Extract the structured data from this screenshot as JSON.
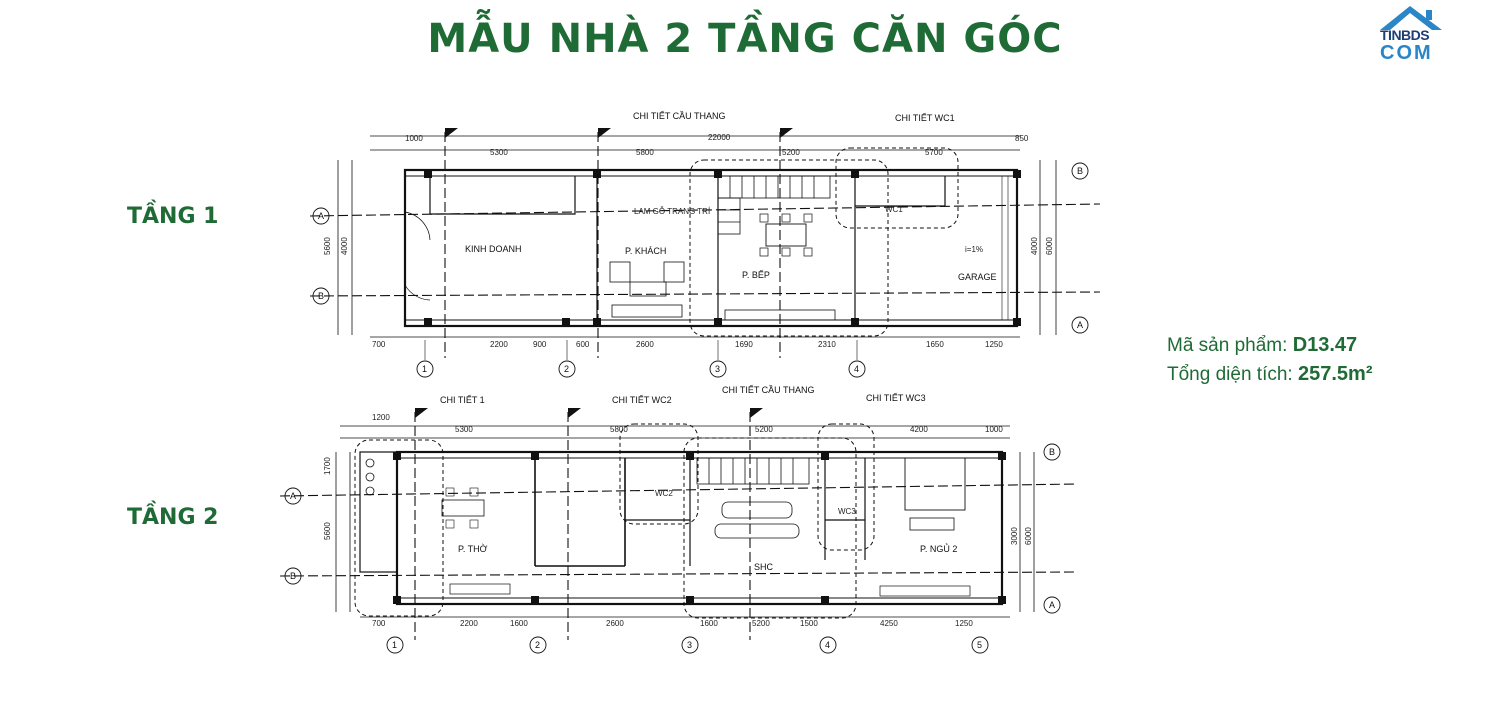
{
  "title": "MẪU NHÀ 2 TẦNG CĂN GÓC",
  "logo": {
    "line1": "TINBDS",
    "line2": "COM"
  },
  "floors": [
    {
      "label": "TẦNG 1",
      "details": [
        "CHI TIẾT CẦU THANG",
        "CHI TIẾT WC1"
      ],
      "rooms": [
        "KINH DOANH",
        "P. KHÁCH",
        "P. BẾP",
        "GARAGE",
        "WC1"
      ],
      "notes": [
        "LAM GỖ TRANG TRÍ",
        "i=1%"
      ],
      "total_dim": "22000",
      "top_dims": [
        "1000",
        "5300",
        "5800",
        "5200",
        "5700",
        "850"
      ],
      "bottom_dims": [
        "700",
        "2200",
        "900",
        "600",
        "2600",
        "1690",
        "2310",
        "1650",
        "1250"
      ],
      "side_dims": [
        "4000",
        "5600",
        "6000",
        "4000"
      ],
      "grid_cols": [
        "1",
        "2",
        "3",
        "4"
      ],
      "grid_rows": [
        "A",
        "B"
      ]
    },
    {
      "label": "TẦNG 2",
      "details": [
        "CHI TIẾT 1",
        "CHI TIẾT WC2",
        "CHI TIẾT CẦU THANG",
        "CHI TIẾT WC3"
      ],
      "rooms": [
        "P. THỜ",
        "WC2",
        "SHC",
        "WC3",
        "P. NGỦ 2"
      ],
      "total_dim": "",
      "top_dims": [
        "1200",
        "5300",
        "5800",
        "5200",
        "4200",
        "1000"
      ],
      "bottom_dims": [
        "700",
        "2200",
        "1600",
        "2600",
        "1600",
        "5200",
        "1500",
        "4250",
        "1250"
      ],
      "side_dims": [
        "1700",
        "5600",
        "3000",
        "6000"
      ],
      "grid_cols": [
        "1",
        "2",
        "3",
        "4",
        "5"
      ],
      "grid_rows": [
        "A",
        "B"
      ]
    }
  ],
  "product": {
    "code_label": "Mã sản phẩm:",
    "code": "D13.47",
    "area_label": "Tổng diện tích:",
    "area": "257.5m²"
  },
  "colors": {
    "brand_green": "#1f6b35",
    "logo_navy": "#1d3e73",
    "logo_blue": "#2a86c6"
  }
}
